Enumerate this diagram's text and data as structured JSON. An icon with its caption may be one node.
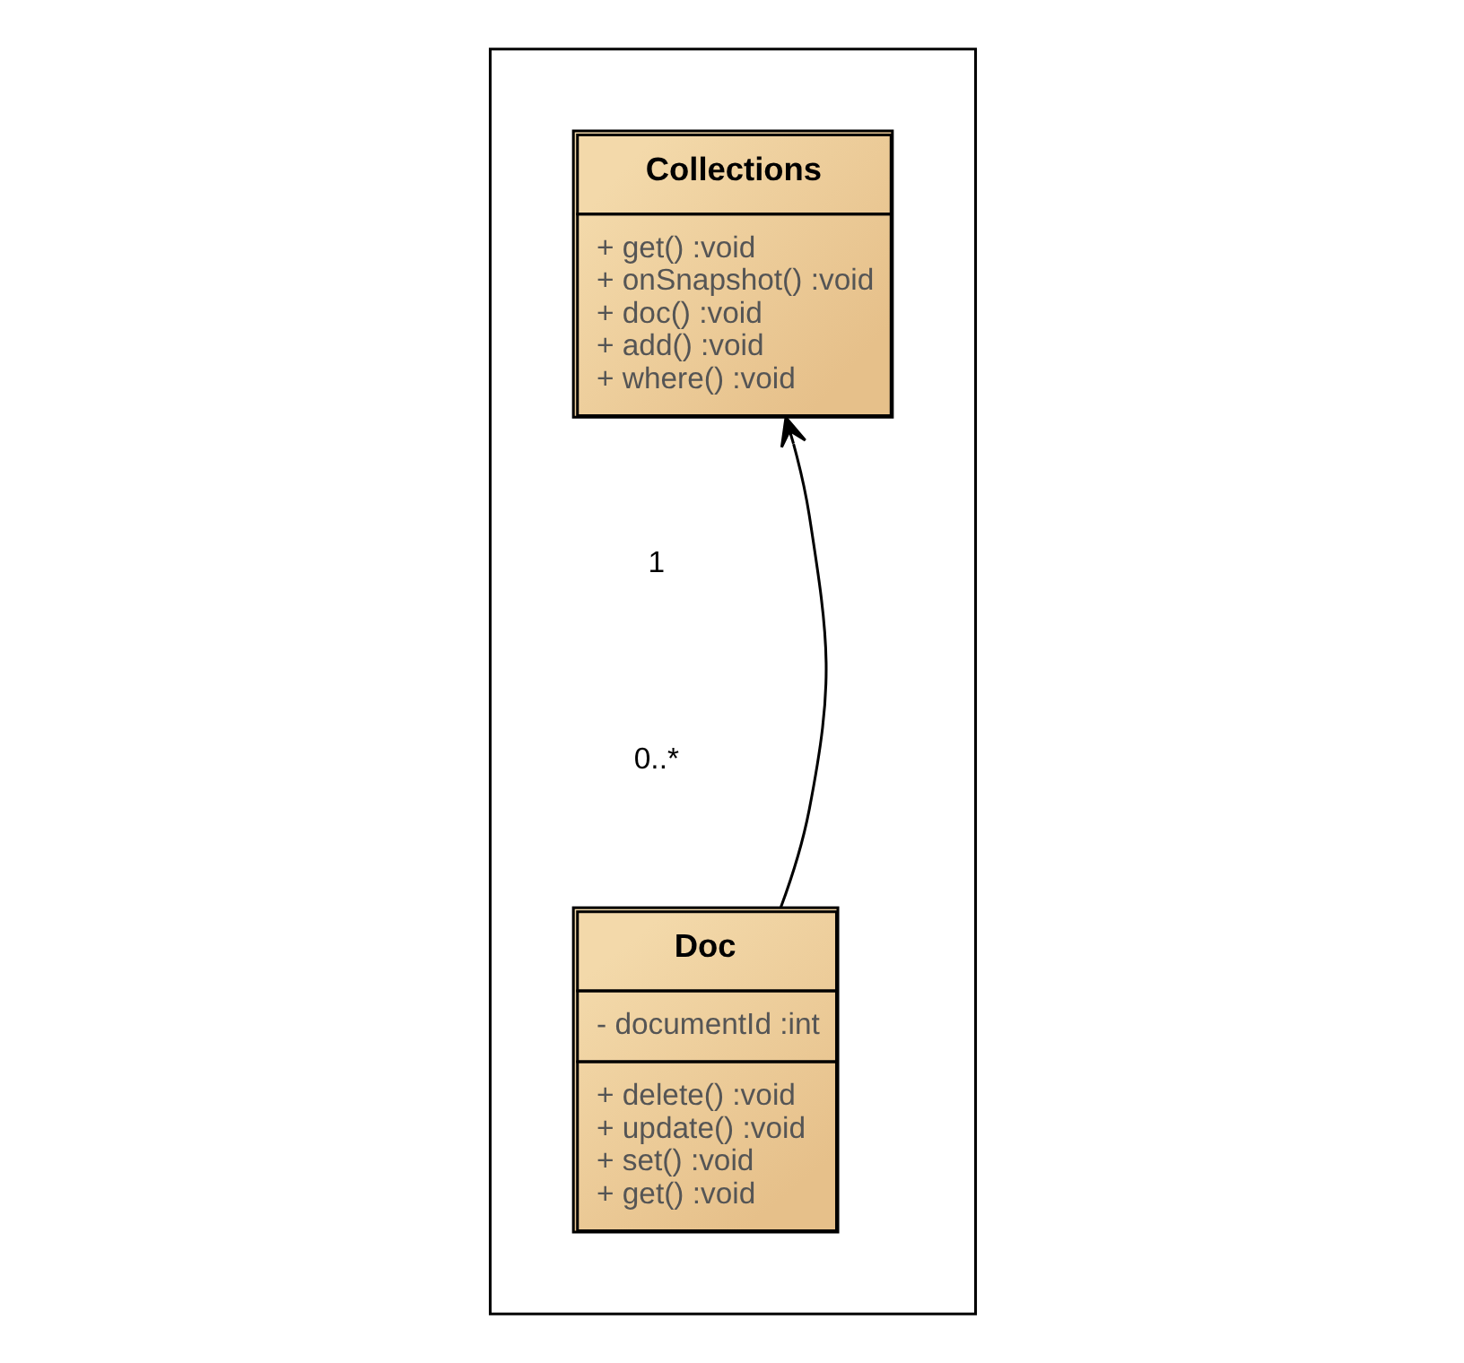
{
  "diagram": {
    "nodes": [
      {
        "text": [],
        "shape": "box"
      },
      {
        "text": [
          "Collections",
          "+ get() :void",
          "+ onSnapshot() :void",
          "+ doc() :void",
          "+ add() :void",
          "+ where() :void"
        ],
        "in": 0
      },
      {
        "text": [
          "Doc",
          "- documentId :int",
          "+ delete() :void",
          "+ update() :void",
          "+ set() :void",
          "+ get() :void"
        ],
        "in": 0
      }
    ],
    "edges": [
      {
        "from": 2,
        "to": 1,
        "arrow": "to"
      }
    ],
    "labels": [
      "1",
      "0..*"
    ]
  }
}
